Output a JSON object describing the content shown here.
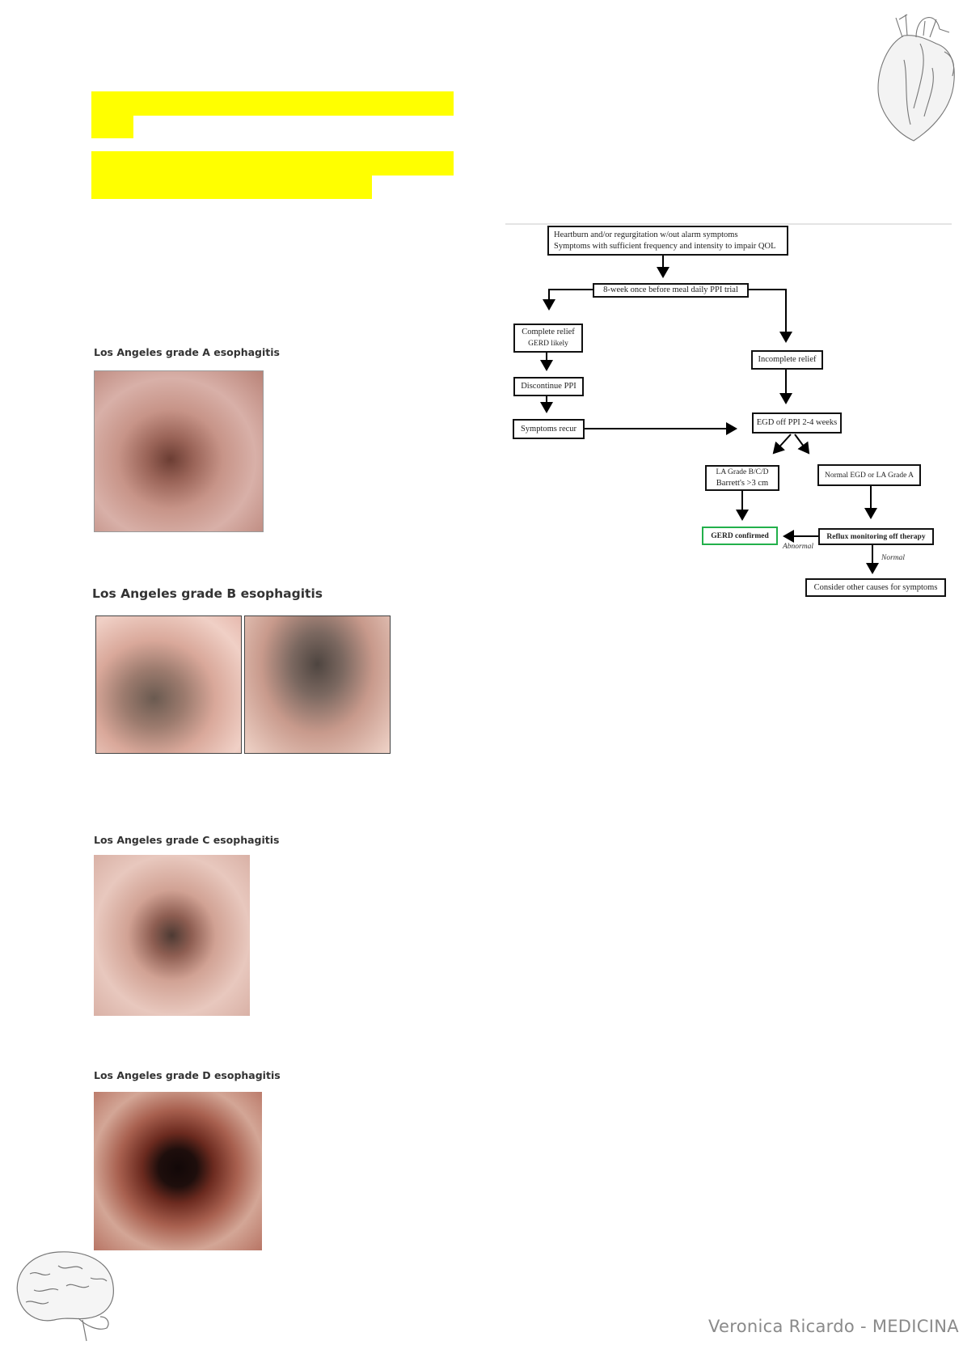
{
  "highlights": {
    "color": "#ffff00"
  },
  "illustrations": {
    "top_right": "heart-anatomy-sketch",
    "bottom_left": "brain-anatomy-sketch"
  },
  "images": [
    {
      "caption": "Los Angeles grade A esophagitis"
    },
    {
      "caption": "Los Angeles grade B esophagitis"
    },
    {
      "caption": "Los Angeles grade C esophagitis"
    },
    {
      "caption": "Los Angeles grade D esophagitis"
    }
  ],
  "flowchart": {
    "start": {
      "line1": "Heartburn and/or regurgitation w/out alarm symptoms",
      "line2": "Symptoms with sufficient frequency and intensity to impair QOL"
    },
    "ppi_trial": "8-week once before meal daily PPI trial",
    "complete_relief": {
      "line1": "Complete relief",
      "line2": "GERD likely"
    },
    "discontinue": "Discontinue PPI",
    "recur": "Symptoms recur",
    "incomplete": "Incomplete relief",
    "egd": "EGD off PPI 2-4 weeks",
    "la_grade": {
      "line1": "LA Grade B/C/D",
      "line2": "Barrett's >3 cm"
    },
    "normal_egd": "Normal EGD or LA Grade A",
    "gerd_confirmed": "GERD confirmed",
    "reflux_monitoring": "Reflux monitoring off therapy",
    "other_causes": "Consider other causes for symptoms",
    "abnormal_label": "Abnormal",
    "normal_label": "Normal",
    "confirmed_color": "#22b04b"
  },
  "footer": {
    "author": "Veronica Ricardo - MEDICINA"
  }
}
